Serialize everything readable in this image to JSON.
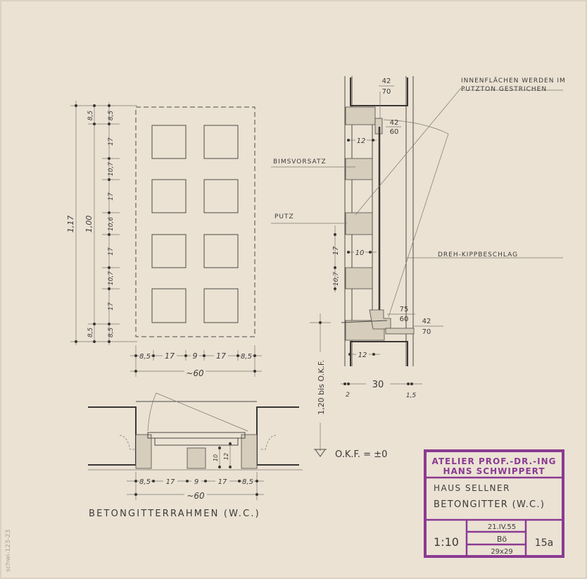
{
  "elevation": {
    "height_overall": "1,17",
    "height_inner": "1,00",
    "vertical_chain": [
      "8,5",
      "17",
      "10,7",
      "17",
      "10,6",
      "17",
      "10,7",
      "17",
      "8,5"
    ],
    "left_chain_ends": [
      "8,5",
      "8,5"
    ],
    "horizontal_chain": [
      "8,5",
      "17",
      "9",
      "17",
      "8,5"
    ],
    "width_overall": "~60"
  },
  "section": {
    "note_top": "INNENFLÄCHEN WERDEN IM",
    "note_top_2": "PUTZTON GESTRICHEN",
    "label_bims": "BIMSVORSATZ",
    "label_putz": "PUTZ",
    "label_beschlag": "DREH-KIPPBESCHLAG",
    "frac_top": [
      "42",
      "70"
    ],
    "frac_sash": [
      "42",
      "60"
    ],
    "frac_sill": [
      "75",
      "60"
    ],
    "frac_bottom": [
      "42",
      "70"
    ],
    "dim_12_top": "12",
    "dim_17": "17",
    "dim_10": "10",
    "dim_10_7": "10,7",
    "dim_12_bottom": "12",
    "dim_30": "30",
    "dim_2": "2",
    "dim_1_5": "1,5",
    "height_note": "1,20 bis O.K.F.",
    "okf": "O.K.F. = ±0"
  },
  "plan": {
    "title": "BETONGITTERRAHMEN (W.C.)",
    "horizontal_chain": [
      "8,5",
      "17",
      "9",
      "17",
      "8,5"
    ],
    "width_overall": "~60",
    "dim_10": "10",
    "dim_12": "12"
  },
  "title_block": {
    "office_line1": "ATELIER PROF.-DR.-ING",
    "office_line2": "HANS SCHWIPPERT",
    "project": "HAUS SELLNER",
    "subject": "BETONGITTER (W.C.)",
    "scale": "1:10",
    "date": "21.IV.55",
    "drawn": "Bö",
    "size": "29x29",
    "sheet_no": "15a"
  },
  "archive_mark": "schwi-123-23",
  "colors": {
    "paper": "#ebe2d4",
    "pencil": "#4d4a45",
    "stamp": "#8b3a92"
  }
}
